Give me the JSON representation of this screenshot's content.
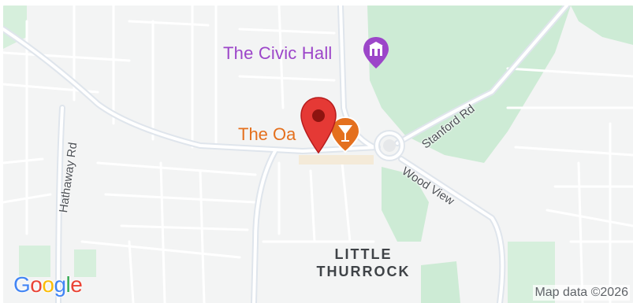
{
  "map": {
    "pois": {
      "civic_hall": {
        "label": "The Civic Hall",
        "color": "#9c46c9",
        "icon": "landmark-icon"
      },
      "the_oak": {
        "label": "The Oak",
        "visible_label": "The Oa",
        "color": "#e4701e",
        "icon": "cocktail-icon"
      }
    },
    "roads": {
      "stanford": "Stanford Rd",
      "hathaway": "Hathaway Rd",
      "wood_view": "Wood View"
    },
    "area": {
      "line1": "LITTLE",
      "line2": "THURROCK"
    },
    "marker": {
      "icon": "map-pin-icon",
      "color": "#e53935"
    },
    "attribution": "Map data ©2026",
    "logo": {
      "letters": [
        "G",
        "o",
        "o",
        "g",
        "l",
        "e"
      ],
      "colors": [
        "#4285f4",
        "#ea4335",
        "#fbbc05",
        "#4285f4",
        "#34a853",
        "#ea4335"
      ]
    },
    "colors": {
      "land": "#f3f4f4",
      "park": "#cdebd5",
      "road": "#ffffff",
      "major_road": "#dfe5ec"
    }
  }
}
